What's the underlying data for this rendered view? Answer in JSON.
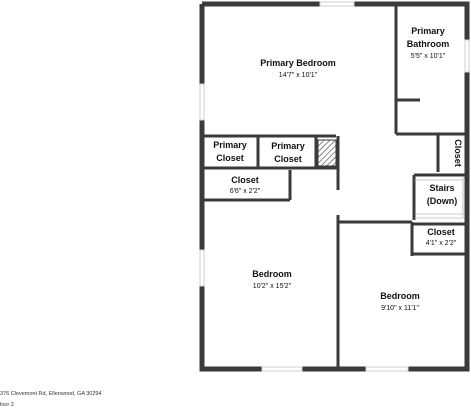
{
  "rooms": {
    "primary_bedroom": {
      "name": "Primary Bedroom",
      "dims": "14'7\" x 10'1\""
    },
    "primary_bathroom": {
      "name_line1": "Primary",
      "name_line2": "Bathroom",
      "dims": "5'5\" x 10'1\""
    },
    "primary_closet_1": {
      "name_line1": "Primary",
      "name_line2": "Closet"
    },
    "primary_closet_2": {
      "name_line1": "Primary",
      "name_line2": "Closet"
    },
    "closet_top_right": {
      "name": "Closet"
    },
    "closet_left": {
      "name": "Closet",
      "dims": "6'6\" x 2'2\""
    },
    "stairs": {
      "name_line1": "Stairs",
      "name_line2": "(Down)"
    },
    "closet_right": {
      "name": "Closet",
      "dims": "4'1\" x 2'2\""
    },
    "bedroom_left": {
      "name": "Bedroom",
      "dims": "10'2\" x 15'2\""
    },
    "bedroom_right": {
      "name": "Bedroom",
      "dims": "9'10\" x 11'1\""
    }
  },
  "footer": {
    "address": "376 Clevemont Rd, Ellenwood, GA 30294",
    "floor": "loor 2"
  },
  "colors": {
    "wall": "#3a3a3a",
    "window": "#cfcfcf",
    "hatch": "#3a3a3a"
  }
}
